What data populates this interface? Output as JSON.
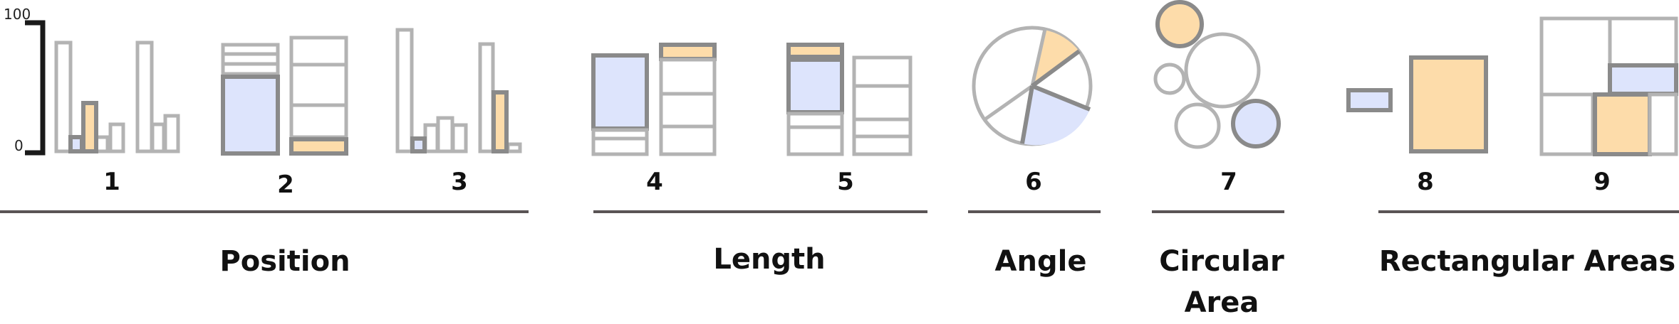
{
  "colors": {
    "blue_fill": "#dde4fc",
    "orange_fill": "#fddcaa",
    "dark_stroke": "#8a8a8a",
    "light_stroke": "#b3b3b3",
    "divider": "#5a5455"
  },
  "axis": {
    "max_label": "100",
    "min_label": "0"
  },
  "panels": [
    "1",
    "2",
    "3",
    "4",
    "5",
    "6",
    "7",
    "8",
    "9"
  ],
  "categories": [
    {
      "label": "Position"
    },
    {
      "label": "Length"
    },
    {
      "label": "Angle"
    },
    {
      "label": "Circular",
      "label2": "Area"
    },
    {
      "label": "Rectangular Areas"
    }
  ]
}
